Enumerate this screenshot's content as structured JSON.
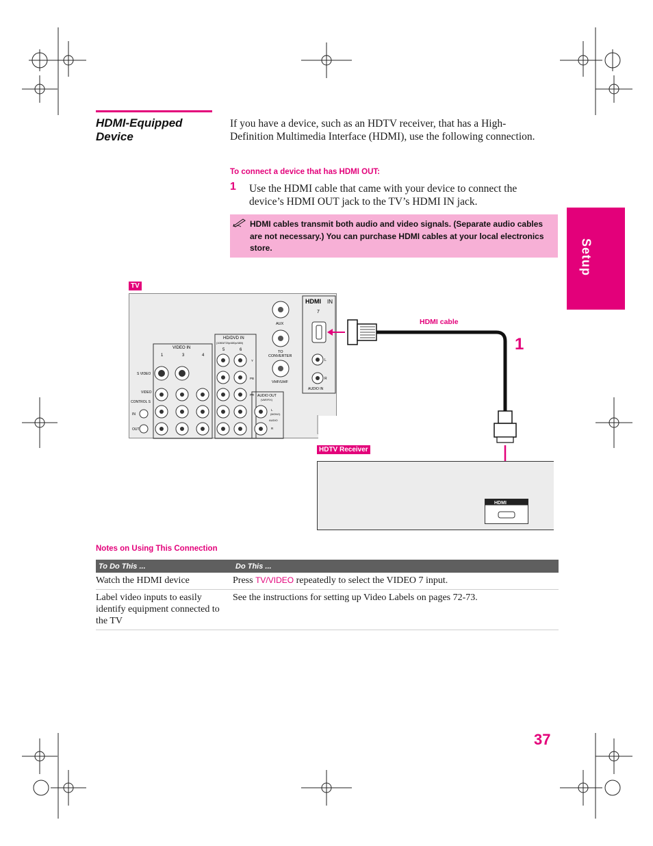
{
  "section": {
    "title": "HDMI-Equipped Device"
  },
  "intro": "If you have a device, such as an HDTV receiver, that has a High-Definition Multimedia Interface (HDMI), use the following connection.",
  "procedure": {
    "heading": "To connect a device that has HDMI OUT:",
    "step_number": "1",
    "step_text": "Use the HDMI cable that came with your device to connect the device’s HDMI OUT jack to the TV’s HDMI IN jack."
  },
  "note": {
    "icon": "pencil-note-icon",
    "text": "HDMI cables transmit both audio and video signals. (Separate audio cables are not necessary.) You can purchase HDMI cables at your local electronics store."
  },
  "side_tab": {
    "label": "Setup"
  },
  "diagram": {
    "tv_label": "TV",
    "cable_label": "HDMI cable",
    "receiver_label": "HDTV Receiver",
    "step_marker": "1",
    "panel": {
      "hdmi_in": "IN",
      "hdmi_in_number": "7",
      "aux": "AUX",
      "to_converter": "TO\nCONVERTER",
      "vhf_uhf": "VHF/UHF",
      "audio_in": "AUDIO IN",
      "audio_l": "L",
      "audio_r": "R",
      "video_in": "VIDEO IN",
      "hd_dvd_in": "HD/DVD IN",
      "hd_dvd_formats": "(1080i/720p/480p/480i)",
      "audio_out": "AUDIO OUT",
      "audio_out_sub": "(VAR/FIX)",
      "svideo": "S VIDEO",
      "video": "VIDEO",
      "control_s": "CONTROL S",
      "in": "IN",
      "out": "OUT",
      "col1": "1",
      "col3": "3",
      "col4": "4",
      "col5": "5",
      "col6": "6",
      "y": "Y",
      "pb": "PB",
      "pr": "PR",
      "mono": "(MONO)",
      "audio": "AUDIO",
      "l": "L",
      "r": "R"
    }
  },
  "notes_section": {
    "heading": "Notes on Using This Connection",
    "columns": [
      "To Do This ...",
      "Do This ..."
    ],
    "rows": [
      {
        "todo": "Watch the HDMI device",
        "do_prefix": "Press ",
        "do_key": "TV/VIDEO",
        "do_suffix": " repeatedly to select the VIDEO 7 input."
      },
      {
        "todo": "Label video inputs to easily identify equipment connected to the TV",
        "do_prefix": "See the instructions for setting up Video Labels on pages 72-73.",
        "do_key": "",
        "do_suffix": ""
      }
    ]
  },
  "page_number": "37",
  "colors": {
    "accent": "#e3007a",
    "note_bg": "#f7b0d6",
    "table_header": "#5f5f5f"
  }
}
